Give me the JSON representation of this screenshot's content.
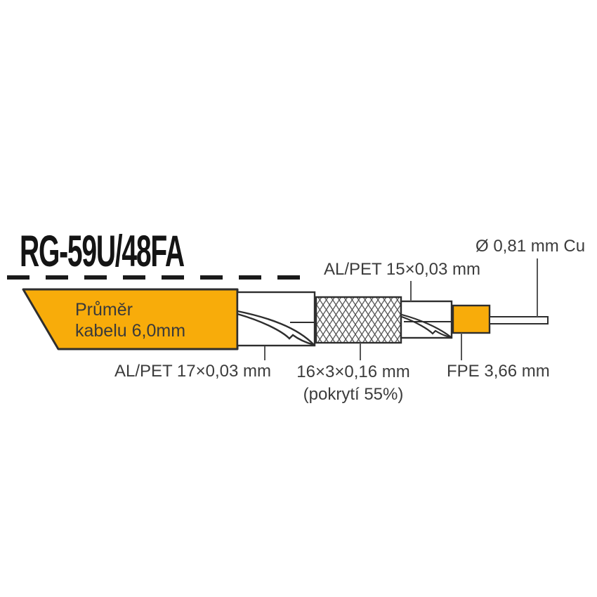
{
  "title": "RG-59U/48FA",
  "jacket": {
    "line1": "Průměr",
    "line2": "kabelu 6,0mm"
  },
  "callouts": {
    "inner_foil": "AL/PET 15×0,03 mm",
    "conductor": "Ø 0,81 mm Cu",
    "outer_foil": "AL/PET 17×0,03 mm",
    "braid_line1": "16×3×0,16 mm",
    "braid_line2": "(pokrytí 55%)",
    "dielectric": "FPE 3,66 mm"
  },
  "colors": {
    "jacket_orange": "#F8AC0A",
    "outline": "#2E2E2E",
    "label_text": "#3C3C3C",
    "title_text": "#141414",
    "leader": "#555555"
  }
}
